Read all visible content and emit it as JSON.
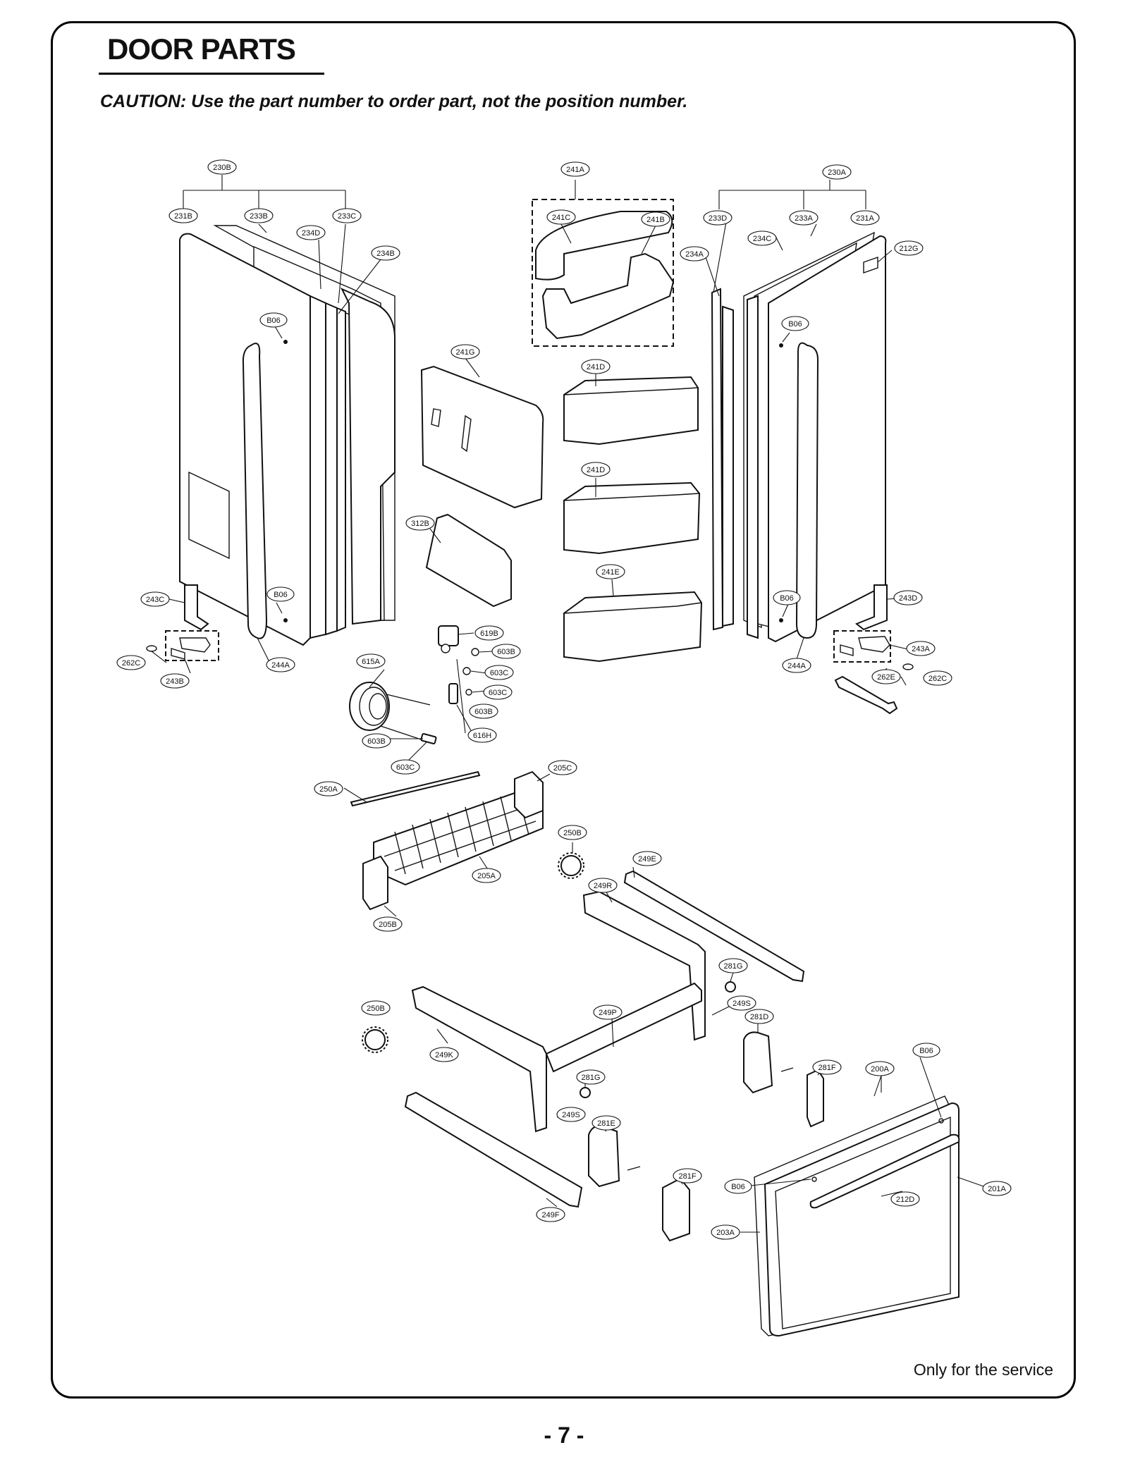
{
  "page": {
    "title": "DOOR PARTS",
    "caution": "CAUTION: Use the part number to order part, not the position number.",
    "footer_note": "Only for the service",
    "page_number": "- 7 -"
  },
  "callouts": [
    {
      "id": "c-230B",
      "label": "230B"
    },
    {
      "id": "c-231B",
      "label": "231B"
    },
    {
      "id": "c-233B",
      "label": "233B"
    },
    {
      "id": "c-233C",
      "label": "233C"
    },
    {
      "id": "c-234D",
      "label": "234D"
    },
    {
      "id": "c-234B",
      "label": "234B"
    },
    {
      "id": "c-B06a",
      "label": "B06"
    },
    {
      "id": "c-B06b",
      "label": "B06"
    },
    {
      "id": "c-243C",
      "label": "243C"
    },
    {
      "id": "c-262Ca",
      "label": "262C"
    },
    {
      "id": "c-243B",
      "label": "243B"
    },
    {
      "id": "c-244Aa",
      "label": "244A"
    },
    {
      "id": "c-241A",
      "label": "241A"
    },
    {
      "id": "c-241C",
      "label": "241C"
    },
    {
      "id": "c-241B",
      "label": "241B"
    },
    {
      "id": "c-241G",
      "label": "241G"
    },
    {
      "id": "c-241Da",
      "label": "241D"
    },
    {
      "id": "c-241Db",
      "label": "241D"
    },
    {
      "id": "c-241E",
      "label": "241E"
    },
    {
      "id": "c-312B",
      "label": "312B"
    },
    {
      "id": "c-619B",
      "label": "619B"
    },
    {
      "id": "c-603Ba",
      "label": "603B"
    },
    {
      "id": "c-603Ca",
      "label": "603C"
    },
    {
      "id": "c-603Cb",
      "label": "603C"
    },
    {
      "id": "c-603Bb",
      "label": "603B"
    },
    {
      "id": "c-616H",
      "label": "616H"
    },
    {
      "id": "c-615A",
      "label": "615A"
    },
    {
      "id": "c-603Bc",
      "label": "603B"
    },
    {
      "id": "c-603Cc",
      "label": "603C"
    },
    {
      "id": "c-230A",
      "label": "230A"
    },
    {
      "id": "c-233D",
      "label": "233D"
    },
    {
      "id": "c-233A",
      "label": "233A"
    },
    {
      "id": "c-231A",
      "label": "231A"
    },
    {
      "id": "c-234C",
      "label": "234C"
    },
    {
      "id": "c-212G",
      "label": "212G"
    },
    {
      "id": "c-234A",
      "label": "234A"
    },
    {
      "id": "c-B06c",
      "label": "B06"
    },
    {
      "id": "c-B06d",
      "label": "B06"
    },
    {
      "id": "c-243D",
      "label": "243D"
    },
    {
      "id": "c-243A",
      "label": "243A"
    },
    {
      "id": "c-262E",
      "label": "262E"
    },
    {
      "id": "c-262Cb",
      "label": "262C"
    },
    {
      "id": "c-244Ab",
      "label": "244A"
    },
    {
      "id": "c-250Aa",
      "label": "250A"
    },
    {
      "id": "c-205C",
      "label": "205C"
    },
    {
      "id": "c-205A",
      "label": "205A"
    },
    {
      "id": "c-205B",
      "label": "205B"
    },
    {
      "id": "c-250Ba",
      "label": "250B"
    },
    {
      "id": "c-249E",
      "label": "249E"
    },
    {
      "id": "c-249R",
      "label": "249R"
    },
    {
      "id": "c-281Ga",
      "label": "281G"
    },
    {
      "id": "c-249Sa",
      "label": "249S"
    },
    {
      "id": "c-281D",
      "label": "281D"
    },
    {
      "id": "c-250Bb",
      "label": "250B"
    },
    {
      "id": "c-249P",
      "label": "249P"
    },
    {
      "id": "c-249K",
      "label": "249K"
    },
    {
      "id": "c-281Gb",
      "label": "281G"
    },
    {
      "id": "c-249Sb",
      "label": "249S"
    },
    {
      "id": "c-281E",
      "label": "281E"
    },
    {
      "id": "c-281Fa",
      "label": "281F"
    },
    {
      "id": "c-281Fb",
      "label": "281F"
    },
    {
      "id": "c-249F",
      "label": "249F"
    },
    {
      "id": "c-200A",
      "label": "200A"
    },
    {
      "id": "c-B06e",
      "label": "B06"
    },
    {
      "id": "c-B06f",
      "label": "B06"
    },
    {
      "id": "c-201A",
      "label": "201A"
    },
    {
      "id": "c-212D",
      "label": "212D"
    },
    {
      "id": "c-203A",
      "label": "203A"
    }
  ]
}
